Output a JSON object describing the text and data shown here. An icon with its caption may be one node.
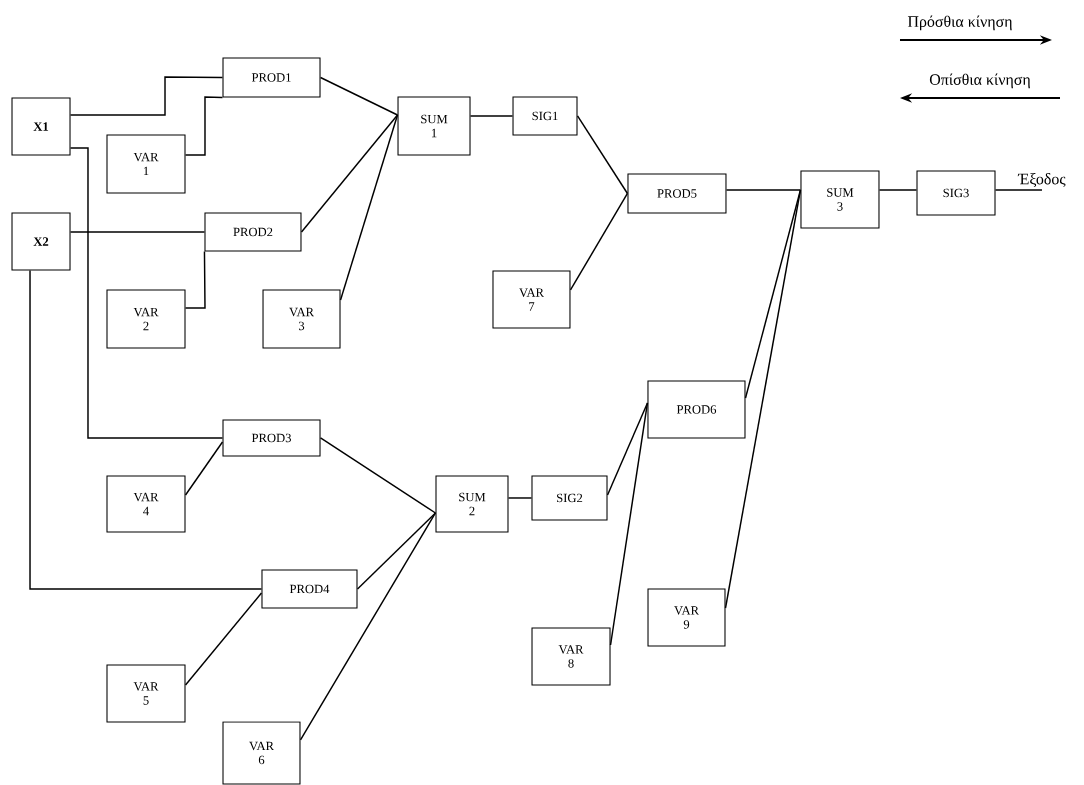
{
  "diagram": {
    "nodes": [
      {
        "text": [
          "X1"
        ]
      },
      {
        "text": [
          "X2"
        ]
      },
      {
        "text": [
          "PROD1"
        ]
      },
      {
        "text": [
          "VAR 1"
        ]
      },
      {
        "text": [
          "PROD2"
        ]
      },
      {
        "text": [
          "VAR 2"
        ]
      },
      {
        "text": [
          "VAR 3"
        ]
      },
      {
        "text": [
          "SUM 1"
        ]
      },
      {
        "text": [
          "SIG1"
        ]
      },
      {
        "text": [
          "PROD5"
        ]
      },
      {
        "text": [
          "VAR 7"
        ]
      },
      {
        "text": [
          "SUM 3"
        ]
      },
      {
        "text": [
          "SIG3"
        ]
      },
      {
        "text": [
          "Έξοδος"
        ]
      },
      {
        "text": [
          "PROD3"
        ]
      },
      {
        "text": [
          "VAR 4"
        ]
      },
      {
        "text": [
          "PROD4"
        ]
      },
      {
        "text": [
          "VAR 5"
        ]
      },
      {
        "text": [
          "VAR 6"
        ]
      },
      {
        "text": [
          "SUM 2"
        ]
      },
      {
        "text": [
          "SIG2"
        ]
      },
      {
        "text": [
          "PROD6"
        ]
      },
      {
        "text": [
          "VAR 8"
        ]
      },
      {
        "text": [
          "VAR 9"
        ]
      }
    ],
    "edges": [
      {
        "from": 0,
        "to": 2,
        "arrow": "none"
      },
      {
        "from": 3,
        "to": 2,
        "arrow": "none"
      },
      {
        "from": 0,
        "to": 14,
        "arrow": "none"
      },
      {
        "from": 1,
        "to": 4,
        "arrow": "none"
      },
      {
        "from": 5,
        "to": 4,
        "arrow": "none"
      },
      {
        "from": 1,
        "to": 16,
        "arrow": "none"
      },
      {
        "from": 2,
        "to": 7,
        "arrow": "none"
      },
      {
        "from": 4,
        "to": 7,
        "arrow": "none"
      },
      {
        "from": 6,
        "to": 7,
        "arrow": "none"
      },
      {
        "from": 7,
        "to": 8,
        "arrow": "none"
      },
      {
        "from": 8,
        "to": 9,
        "arrow": "none"
      },
      {
        "from": 10,
        "to": 9,
        "arrow": "none"
      },
      {
        "from": 9,
        "to": 11,
        "arrow": "none"
      },
      {
        "from": 21,
        "to": 11,
        "arrow": "none"
      },
      {
        "from": 23,
        "to": 11,
        "arrow": "none"
      },
      {
        "from": 11,
        "to": 12,
        "arrow": "none"
      },
      {
        "from": 12,
        "to": 13,
        "arrow": "none"
      },
      {
        "from": 14,
        "to": 19,
        "arrow": "none"
      },
      {
        "from": 16,
        "to": 19,
        "arrow": "none"
      },
      {
        "from": 18,
        "to": 19,
        "arrow": "none"
      },
      {
        "from": 15,
        "to": 14,
        "arrow": "none"
      },
      {
        "from": 17,
        "to": 16,
        "arrow": "none"
      },
      {
        "from": 19,
        "to": 20,
        "arrow": "none"
      },
      {
        "from": 20,
        "to": 21,
        "arrow": "none"
      },
      {
        "from": 22,
        "to": 21,
        "arrow": "none"
      }
    ],
    "legend": [
      {
        "text": "Πρόσθια κίνηση"
      },
      {
        "text": "Οπίσθια κίνηση"
      }
    ]
  }
}
